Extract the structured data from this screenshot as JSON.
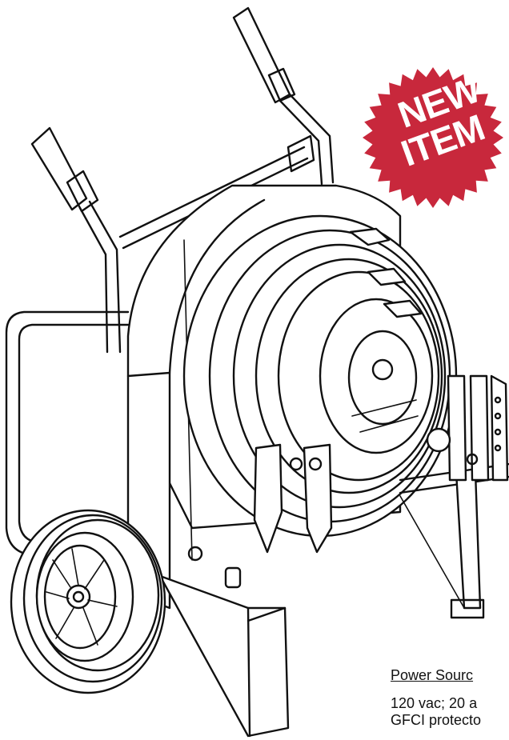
{
  "badge": {
    "line1": "NEW",
    "line2": "ITEM",
    "color": "#c8283c"
  },
  "specs": {
    "heading": "Power Sourc",
    "lines": [
      "120 vac; 20 a",
      "GFCI protecto"
    ]
  }
}
